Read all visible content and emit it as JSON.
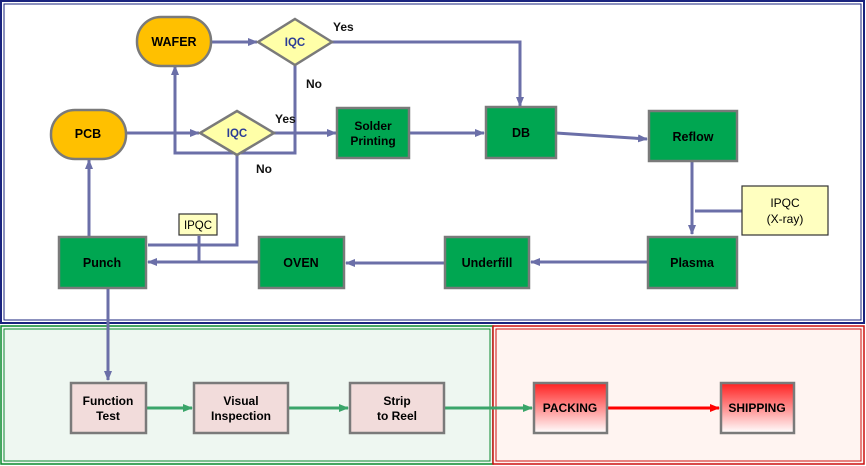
{
  "nodes": {
    "wafer": "WAFER",
    "pcb": "PCB",
    "iqc_top": "IQC",
    "iqc_mid": "IQC",
    "solder": [
      "Solder",
      "Printing"
    ],
    "db": "DB",
    "reflow": "Reflow",
    "ipqc_xray": [
      "IPQC",
      "(X-ray)"
    ],
    "plasma": "Plasma",
    "underfill": "Underfill",
    "oven": "OVEN",
    "punch": "Punch",
    "ipqc_small": "IPQC",
    "function_test": [
      "Function",
      "Test"
    ],
    "visual_inspection": [
      "Visual",
      "Inspection"
    ],
    "strip_to_reel": [
      "Strip",
      "to Reel"
    ],
    "packing": "PACKING",
    "shipping": "SHIPPING"
  },
  "labels": {
    "yes_top": "Yes",
    "no_top": "No",
    "yes_mid": "Yes",
    "no_mid": "No"
  },
  "colors": {
    "process_green": "#00a651",
    "start_orange": "#ffc000",
    "decision_yellow": "#ffffa8",
    "connector": "#6b6fa8",
    "inspection_pink": "#f2dcdb",
    "ship_red": "#ff2020",
    "ship_arrow": "#ff0000",
    "flow_green": "#3aa56a",
    "frame_blue": "#1a237e",
    "frame_green": "#0a8a2e",
    "frame_red": "#cc1010"
  }
}
